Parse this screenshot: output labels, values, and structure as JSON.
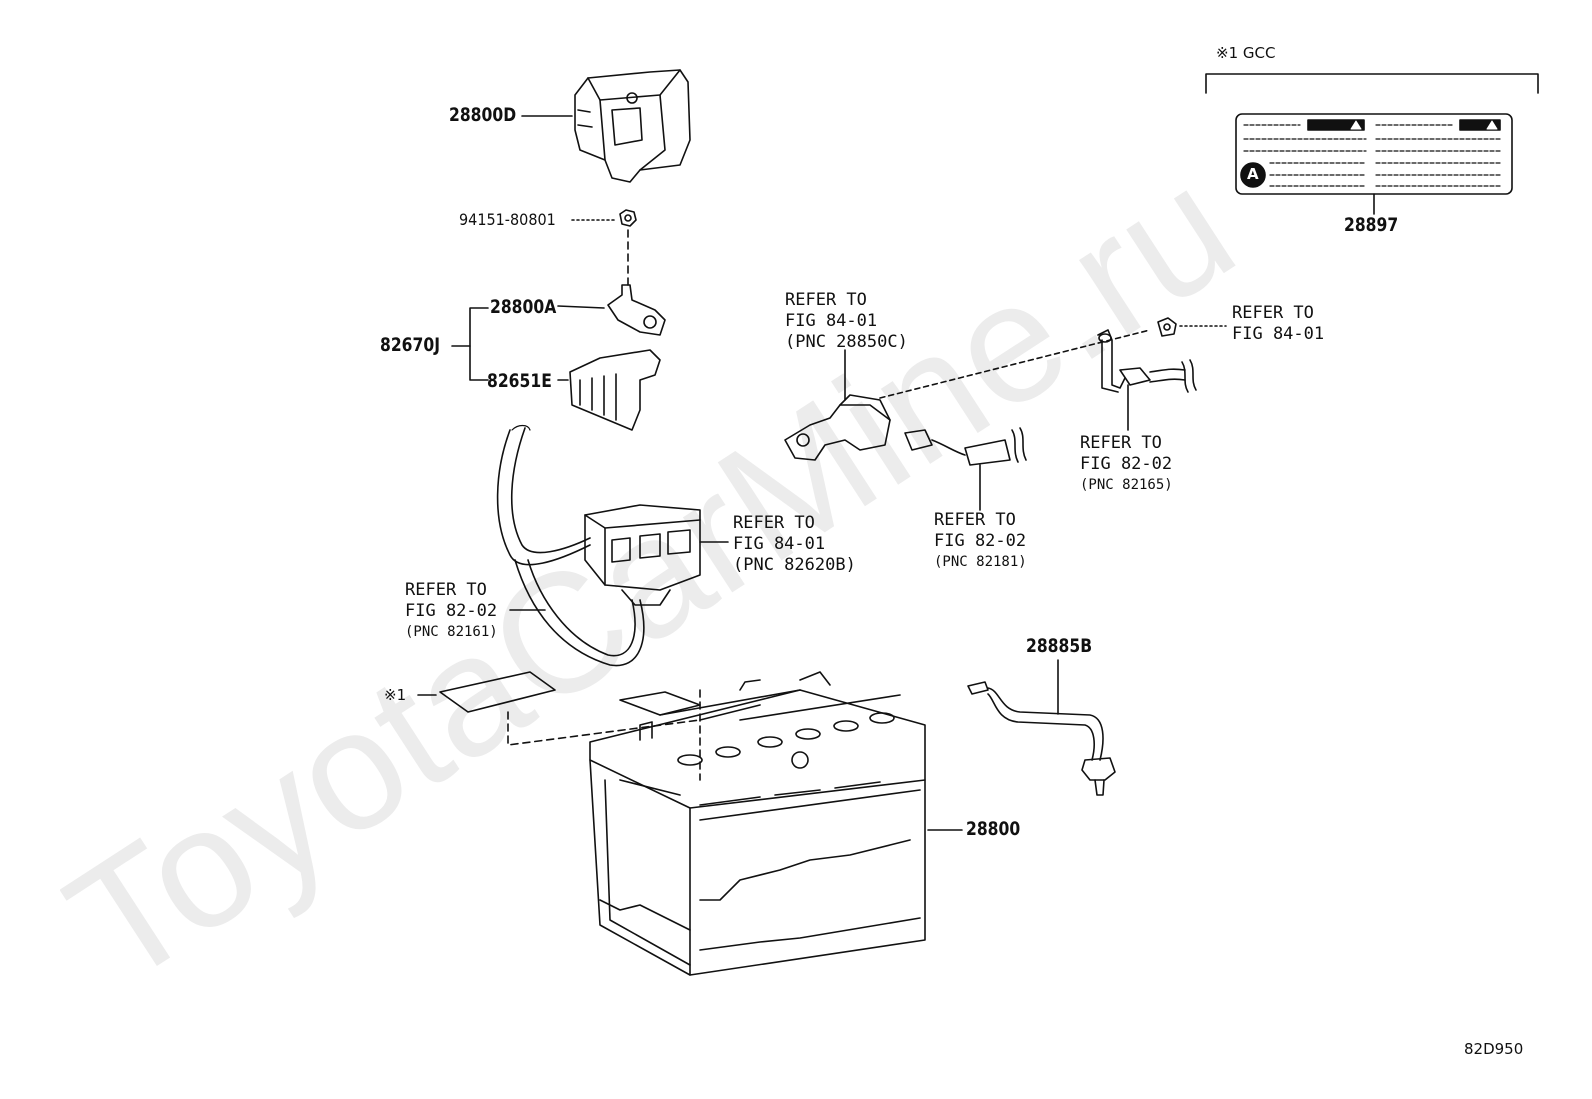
{
  "labels": {
    "p28800d": "28800D",
    "p94151": "94151-80801",
    "p28800a": "28800A",
    "p82670j": "82670J",
    "p82651e": "82651E",
    "p28897": "28897",
    "p28885b": "28885B",
    "p28800": "28800"
  },
  "gcc_note": "※1 GCC",
  "star_note": "※1",
  "refs": {
    "r1": {
      "l1": "REFER TO",
      "l2": "FIG 84-01",
      "l3": "(PNC 28850C)"
    },
    "r2": {
      "l1": "REFER TO",
      "l2": "FIG 84-01"
    },
    "r3": {
      "l1": "REFER TO",
      "l2": "FIG 82-02",
      "l3": "(PNC 82165)"
    },
    "r4": {
      "l1": "REFER TO",
      "l2": "FIG 84-01",
      "l3": "(PNC 82620B)"
    },
    "r5": {
      "l1": "REFER TO",
      "l2": "FIG 82-02",
      "l3": "(PNC 82181)"
    },
    "r6": {
      "l1": "REFER TO",
      "l2": "FIG 82-02",
      "l3": "(PNC 82161)"
    }
  },
  "label_plate_marker": "A",
  "watermark": "ToyotaCarMine.ru",
  "figure_code": "82D950"
}
